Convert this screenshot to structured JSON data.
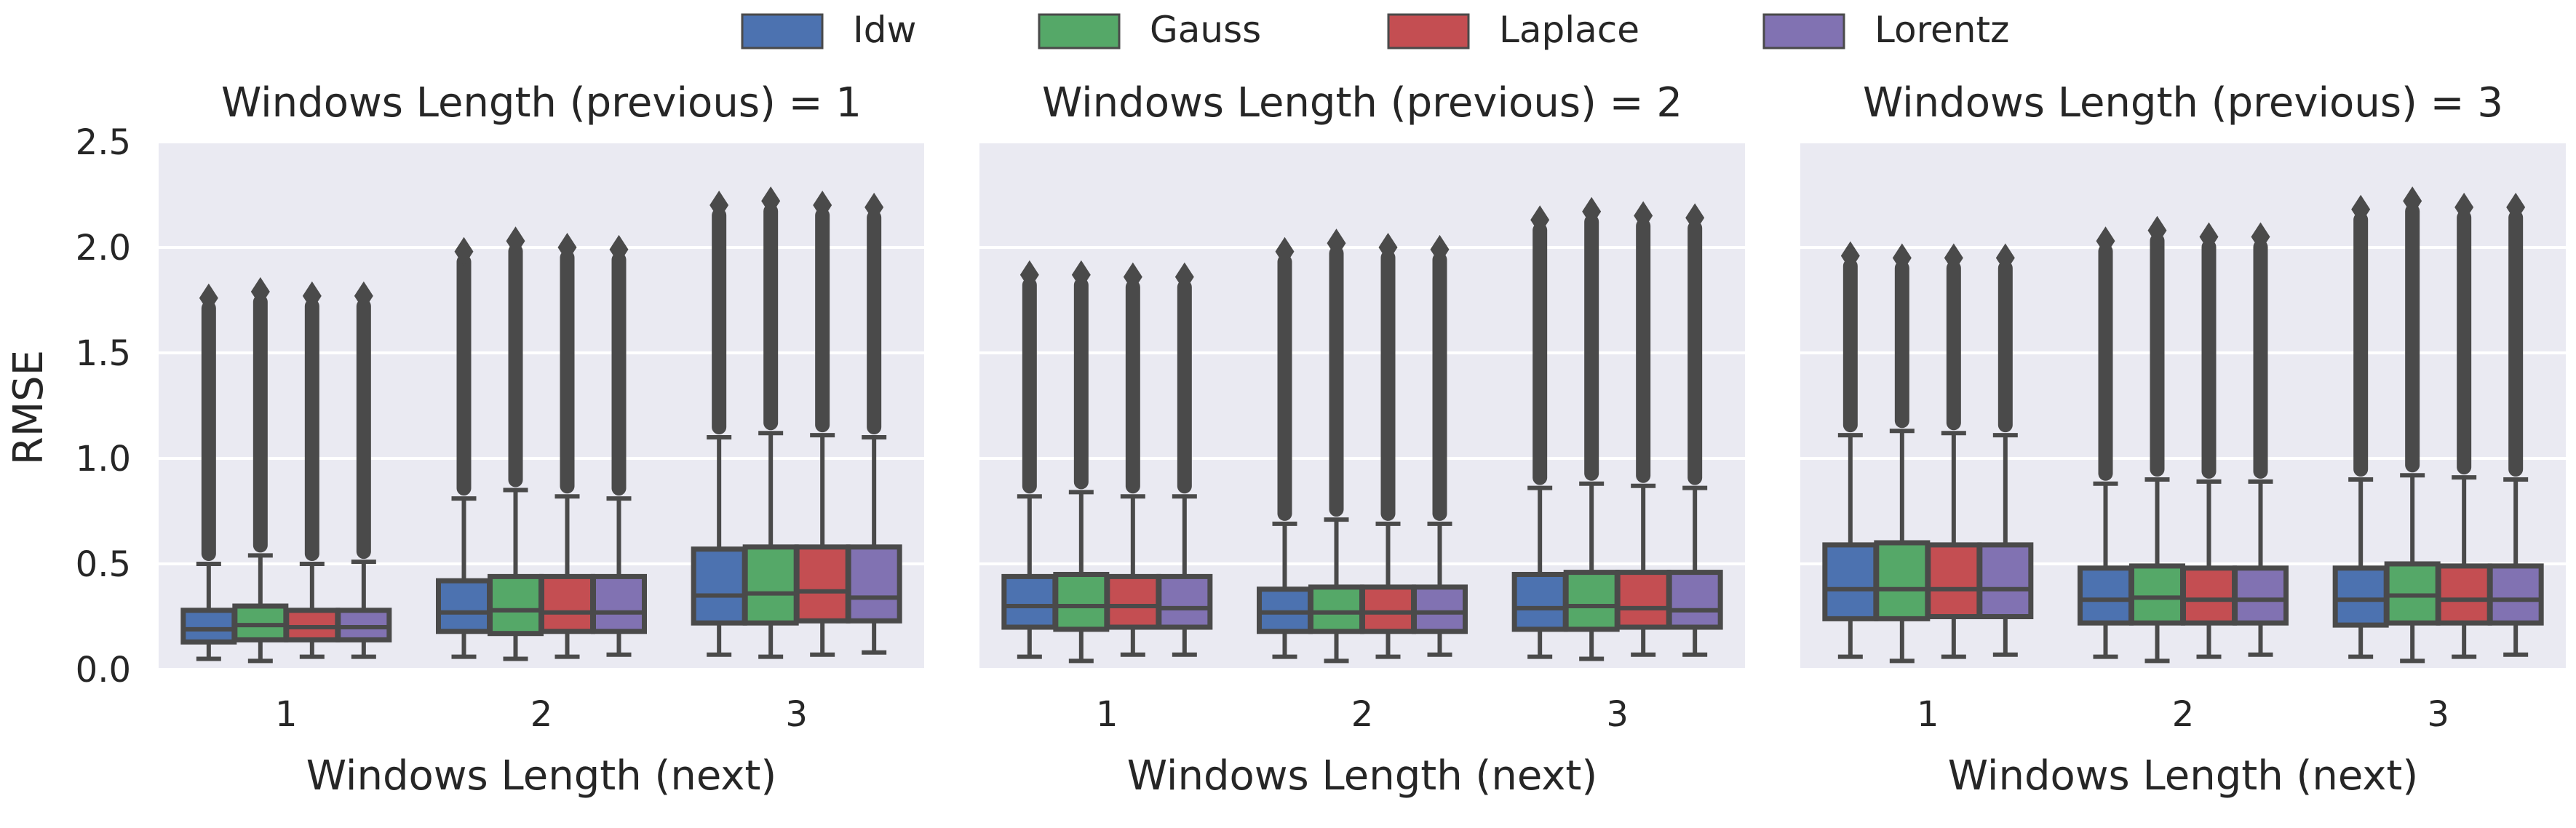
{
  "colors": {
    "Idw": "#4c72b0",
    "Gauss": "#55a868",
    "Laplace": "#c44e52",
    "Lorentz": "#8172b2",
    "panel_bg": "#eaeaf2",
    "grid": "#ffffff",
    "box_edge": "#4a4a4a"
  },
  "legend": {
    "placement": "top-center",
    "entries": [
      "Idw",
      "Gauss",
      "Laplace",
      "Lorentz"
    ]
  },
  "chart_data": [
    {
      "type": "box",
      "title": "Windows Length (previous) = 1",
      "xlabel": "Windows Length (next)",
      "ylabel": "RMSE",
      "categories": [
        "1",
        "2",
        "3"
      ],
      "ylim": [
        0,
        2.5
      ],
      "yticks": [
        "0.0",
        "0.5",
        "1.0",
        "1.5",
        "2.0",
        "2.5"
      ],
      "grid": true,
      "series": [
        {
          "name": "Idw",
          "boxes": [
            {
              "min": 0.05,
              "q1": 0.13,
              "median": 0.19,
              "q3": 0.28,
              "whisker_high": 0.5,
              "outlier_max": 1.76
            },
            {
              "min": 0.06,
              "q1": 0.18,
              "median": 0.27,
              "q3": 0.42,
              "whisker_high": 0.81,
              "outlier_max": 1.98
            },
            {
              "min": 0.07,
              "q1": 0.22,
              "median": 0.35,
              "q3": 0.57,
              "whisker_high": 1.1,
              "outlier_max": 2.2
            }
          ]
        },
        {
          "name": "Gauss",
          "boxes": [
            {
              "min": 0.04,
              "q1": 0.14,
              "median": 0.21,
              "q3": 0.3,
              "whisker_high": 0.54,
              "outlier_max": 1.79
            },
            {
              "min": 0.05,
              "q1": 0.17,
              "median": 0.28,
              "q3": 0.44,
              "whisker_high": 0.85,
              "outlier_max": 2.03
            },
            {
              "min": 0.06,
              "q1": 0.22,
              "median": 0.36,
              "q3": 0.58,
              "whisker_high": 1.12,
              "outlier_max": 2.22
            }
          ]
        },
        {
          "name": "Laplace",
          "boxes": [
            {
              "min": 0.06,
              "q1": 0.14,
              "median": 0.2,
              "q3": 0.28,
              "whisker_high": 0.5,
              "outlier_max": 1.77
            },
            {
              "min": 0.06,
              "q1": 0.18,
              "median": 0.27,
              "q3": 0.44,
              "whisker_high": 0.82,
              "outlier_max": 2.0
            },
            {
              "min": 0.07,
              "q1": 0.23,
              "median": 0.37,
              "q3": 0.58,
              "whisker_high": 1.11,
              "outlier_max": 2.2
            }
          ]
        },
        {
          "name": "Lorentz",
          "boxes": [
            {
              "min": 0.06,
              "q1": 0.14,
              "median": 0.2,
              "q3": 0.28,
              "whisker_high": 0.51,
              "outlier_max": 1.77
            },
            {
              "min": 0.07,
              "q1": 0.18,
              "median": 0.27,
              "q3": 0.44,
              "whisker_high": 0.81,
              "outlier_max": 1.99
            },
            {
              "min": 0.08,
              "q1": 0.23,
              "median": 0.34,
              "q3": 0.58,
              "whisker_high": 1.1,
              "outlier_max": 2.19
            }
          ]
        }
      ]
    },
    {
      "type": "box",
      "title": "Windows Length (previous) = 2",
      "xlabel": "Windows Length (next)",
      "ylabel": "",
      "categories": [
        "1",
        "2",
        "3"
      ],
      "ylim": [
        0,
        2.5
      ],
      "grid": true,
      "series": [
        {
          "name": "Idw",
          "boxes": [
            {
              "min": 0.06,
              "q1": 0.2,
              "median": 0.3,
              "q3": 0.44,
              "whisker_high": 0.82,
              "outlier_max": 1.87
            },
            {
              "min": 0.06,
              "q1": 0.18,
              "median": 0.27,
              "q3": 0.38,
              "whisker_high": 0.69,
              "outlier_max": 1.98
            },
            {
              "min": 0.06,
              "q1": 0.19,
              "median": 0.29,
              "q3": 0.45,
              "whisker_high": 0.86,
              "outlier_max": 2.13
            }
          ]
        },
        {
          "name": "Gauss",
          "boxes": [
            {
              "min": 0.04,
              "q1": 0.19,
              "median": 0.3,
              "q3": 0.45,
              "whisker_high": 0.84,
              "outlier_max": 1.87
            },
            {
              "min": 0.04,
              "q1": 0.18,
              "median": 0.27,
              "q3": 0.39,
              "whisker_high": 0.71,
              "outlier_max": 2.02
            },
            {
              "min": 0.05,
              "q1": 0.19,
              "median": 0.3,
              "q3": 0.46,
              "whisker_high": 0.88,
              "outlier_max": 2.17
            }
          ]
        },
        {
          "name": "Laplace",
          "boxes": [
            {
              "min": 0.07,
              "q1": 0.2,
              "median": 0.3,
              "q3": 0.44,
              "whisker_high": 0.82,
              "outlier_max": 1.86
            },
            {
              "min": 0.06,
              "q1": 0.18,
              "median": 0.27,
              "q3": 0.39,
              "whisker_high": 0.69,
              "outlier_max": 2.0
            },
            {
              "min": 0.07,
              "q1": 0.2,
              "median": 0.29,
              "q3": 0.46,
              "whisker_high": 0.87,
              "outlier_max": 2.15
            }
          ]
        },
        {
          "name": "Lorentz",
          "boxes": [
            {
              "min": 0.07,
              "q1": 0.2,
              "median": 0.29,
              "q3": 0.44,
              "whisker_high": 0.82,
              "outlier_max": 1.86
            },
            {
              "min": 0.07,
              "q1": 0.18,
              "median": 0.27,
              "q3": 0.39,
              "whisker_high": 0.69,
              "outlier_max": 1.99
            },
            {
              "min": 0.07,
              "q1": 0.2,
              "median": 0.28,
              "q3": 0.46,
              "whisker_high": 0.86,
              "outlier_max": 2.14
            }
          ]
        }
      ]
    },
    {
      "type": "box",
      "title": "Windows Length (previous) = 3",
      "xlabel": "Windows Length (next)",
      "ylabel": "",
      "categories": [
        "1",
        "2",
        "3"
      ],
      "ylim": [
        0,
        2.5
      ],
      "grid": true,
      "series": [
        {
          "name": "Idw",
          "boxes": [
            {
              "min": 0.06,
              "q1": 0.24,
              "median": 0.38,
              "q3": 0.59,
              "whisker_high": 1.11,
              "outlier_max": 1.96
            },
            {
              "min": 0.06,
              "q1": 0.22,
              "median": 0.33,
              "q3": 0.48,
              "whisker_high": 0.88,
              "outlier_max": 2.03
            },
            {
              "min": 0.06,
              "q1": 0.21,
              "median": 0.33,
              "q3": 0.48,
              "whisker_high": 0.9,
              "outlier_max": 2.18
            }
          ]
        },
        {
          "name": "Gauss",
          "boxes": [
            {
              "min": 0.04,
              "q1": 0.24,
              "median": 0.38,
              "q3": 0.6,
              "whisker_high": 1.13,
              "outlier_max": 1.95
            },
            {
              "min": 0.04,
              "q1": 0.22,
              "median": 0.34,
              "q3": 0.49,
              "whisker_high": 0.9,
              "outlier_max": 2.08
            },
            {
              "min": 0.04,
              "q1": 0.22,
              "median": 0.35,
              "q3": 0.5,
              "whisker_high": 0.92,
              "outlier_max": 2.22
            }
          ]
        },
        {
          "name": "Laplace",
          "boxes": [
            {
              "min": 0.06,
              "q1": 0.25,
              "median": 0.38,
              "q3": 0.59,
              "whisker_high": 1.12,
              "outlier_max": 1.95
            },
            {
              "min": 0.06,
              "q1": 0.22,
              "median": 0.33,
              "q3": 0.48,
              "whisker_high": 0.89,
              "outlier_max": 2.05
            },
            {
              "min": 0.06,
              "q1": 0.22,
              "median": 0.33,
              "q3": 0.49,
              "whisker_high": 0.91,
              "outlier_max": 2.19
            }
          ]
        },
        {
          "name": "Lorentz",
          "boxes": [
            {
              "min": 0.07,
              "q1": 0.25,
              "median": 0.38,
              "q3": 0.59,
              "whisker_high": 1.11,
              "outlier_max": 1.95
            },
            {
              "min": 0.07,
              "q1": 0.22,
              "median": 0.33,
              "q3": 0.48,
              "whisker_high": 0.89,
              "outlier_max": 2.05
            },
            {
              "min": 0.07,
              "q1": 0.22,
              "median": 0.33,
              "q3": 0.49,
              "whisker_high": 0.9,
              "outlier_max": 2.19
            }
          ]
        }
      ]
    }
  ]
}
